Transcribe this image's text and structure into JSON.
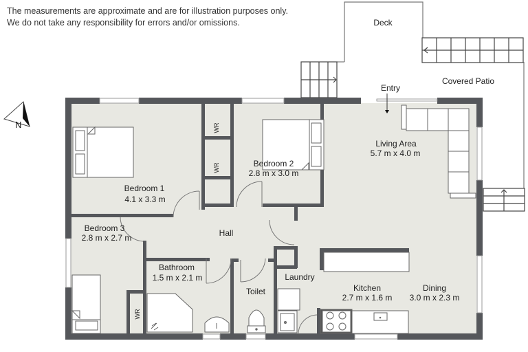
{
  "disclaimer": {
    "line1": "The measurements are approximate and are for illustration purposes only.",
    "line2": "We do not take any responsibility for errors and/or omissions."
  },
  "compass": {
    "label": "N"
  },
  "outdoor": {
    "deck": "Deck",
    "covered_patio": "Covered Patio",
    "entry": "Entry"
  },
  "rooms": {
    "bedroom1": {
      "name": "Bedroom 1",
      "size": "4.1 x 3.3 m"
    },
    "bedroom2": {
      "name": "Bedroom 2",
      "size": "2.8 m x 3.0 m"
    },
    "bedroom3": {
      "name": "Bedroom 3",
      "size": "2.8 m x 2.7 m"
    },
    "living": {
      "name": "Living Area",
      "size": "5.7 m x 4.0 m"
    },
    "hall": {
      "name": "Hall"
    },
    "bathroom": {
      "name": "Bathroom",
      "size": "1.5 m x 2.1 m"
    },
    "toilet": {
      "name": "Toilet"
    },
    "laundry": {
      "name": "Laundry"
    },
    "kitchen": {
      "name": "Kitchen",
      "size": "2.7 m x 1.6 m"
    },
    "dining": {
      "name": "Dining",
      "size": "3.0 m x 2.3 m"
    }
  },
  "wardrobes": {
    "wr1": "WR",
    "wr2": "WR",
    "wr3": "WR"
  },
  "colors": {
    "wall": "#55575b",
    "floor": "#e8e8e2",
    "line": "#555555",
    "furniture": "#ffffff"
  }
}
